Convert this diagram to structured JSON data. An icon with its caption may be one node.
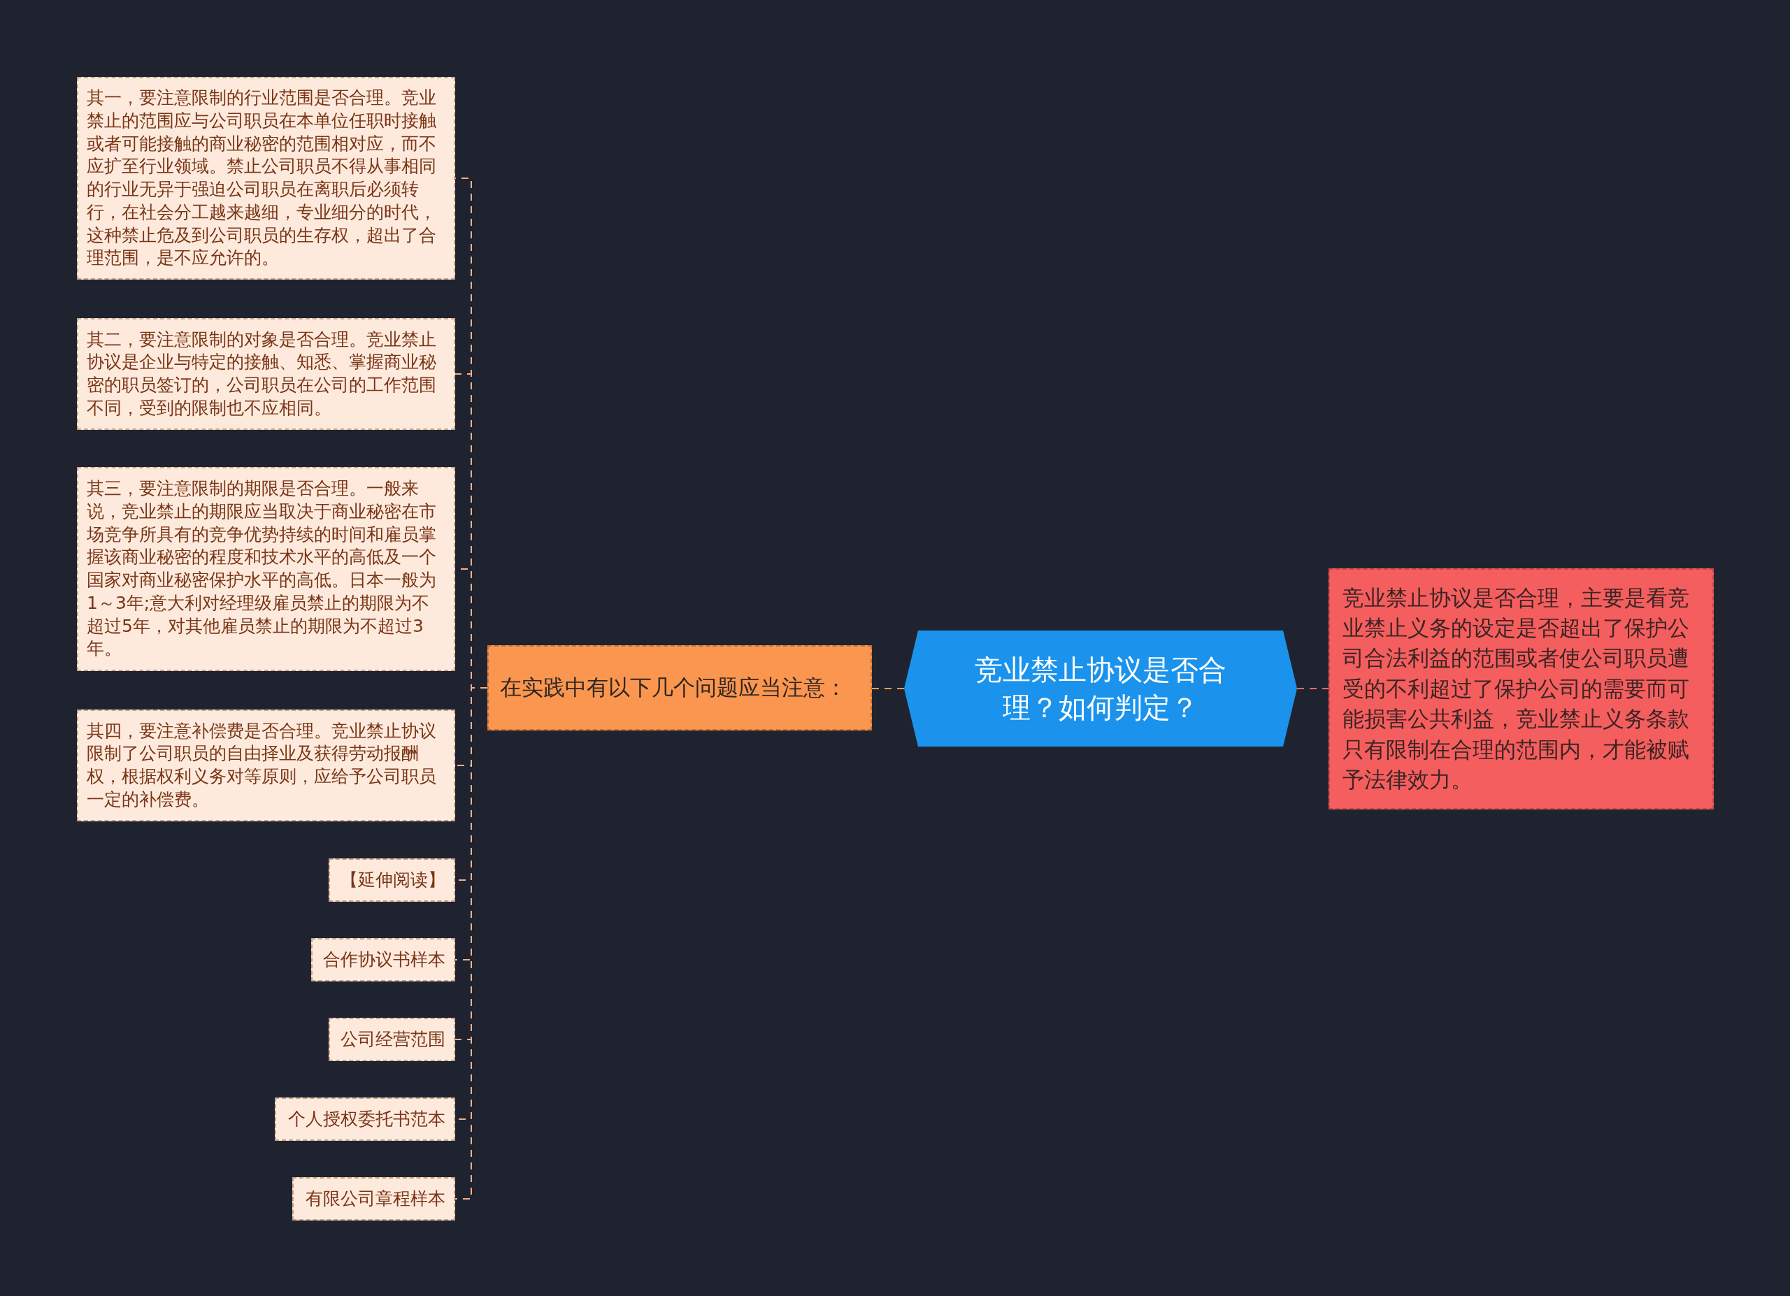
{
  "diagram": {
    "nodes": [
      {
        "text": [
          "竞业禁止协议是否合理？如何判定？"
        ]
      },
      {
        "text": [
          "竞业禁止协议是否合理，主要是看竞业禁止义务的设定是否超出了保护公司合法利益的范围或者使公司职员遭受的不利超过了保护公司的需要而可能损害公共利益，竞业禁止义务条款只有限制在合理的范围内，才能被赋予法律效力。"
        ]
      },
      {
        "text": [
          "在实践中有以下几个问题应当注意："
        ]
      },
      {
        "text": [
          "其一，要注意限制的行业范围是否合理。竞业禁止的范围应与公司职员在本单位任职时接触或者可能接触的商业秘密的范围相对应，而不应扩至行业领域。禁止公司职员不得从事相同的行业无异于强迫公司职员在离职后必须转行，在社会分工越来越细，专业细分的时代，这种禁止危及到公司职员的生存权，超出了合理范围，是不应允许的。"
        ]
      },
      {
        "text": [
          "其二，要注意限制的对象是否合理。竞业禁止协议是企业与特定的接触、知悉、掌握商业秘密的职员签订的，公司职员在公司的工作范围不同，受到的限制也不应相同。"
        ]
      },
      {
        "text": [
          "其三，要注意限制的期限是否合理。一般来说，竞业禁止的期限应当取决于商业秘密在市场竞争所具有的竞争优势持续的时间和雇员掌握该商业秘密的程度和技术水平的高低及一个国家对商业秘密保护水平的高低。日本一般为1～3年;意大利对经理级雇员禁止的期限为不超过5年，对其他雇员禁止的期限为不超过3年。"
        ]
      },
      {
        "text": [
          "其四，要注意补偿费是否合理。竞业禁止协议限制了公司职员的自由择业及获得劳动报酬权，根据权利义务对等原则，应给予公司职员一定的补偿费。"
        ]
      },
      {
        "text": [
          "【延伸阅读】"
        ]
      },
      {
        "text": [
          "合作协议书样本"
        ]
      },
      {
        "text": [
          "公司经营范围"
        ]
      },
      {
        "text": [
          "个人授权委托书范本"
        ]
      },
      {
        "text": [
          "有限公司章程样本"
        ]
      }
    ],
    "edges": [
      {
        "from": 0,
        "to": 1,
        "arrow": "none",
        "style": "dashed",
        "color": "#f06a66"
      },
      {
        "from": 0,
        "to": 2,
        "arrow": "none",
        "style": "dashed",
        "color": "#f79a58"
      },
      {
        "from": 2,
        "to": 3,
        "arrow": "none",
        "style": "dashed"
      },
      {
        "from": 2,
        "to": 4,
        "arrow": "none",
        "style": "dashed"
      },
      {
        "from": 2,
        "to": 5,
        "arrow": "none",
        "style": "dashed"
      },
      {
        "from": 2,
        "to": 6,
        "arrow": "none",
        "style": "dashed"
      },
      {
        "from": 2,
        "to": 7,
        "arrow": "none",
        "style": "dashed"
      },
      {
        "from": 2,
        "to": 8,
        "arrow": "none",
        "style": "dashed"
      },
      {
        "from": 2,
        "to": 9,
        "arrow": "none",
        "style": "dashed"
      },
      {
        "from": 2,
        "to": 10,
        "arrow": "none",
        "style": "dashed"
      },
      {
        "from": 2,
        "to": 11,
        "arrow": "none",
        "style": "dashed"
      }
    ]
  }
}
